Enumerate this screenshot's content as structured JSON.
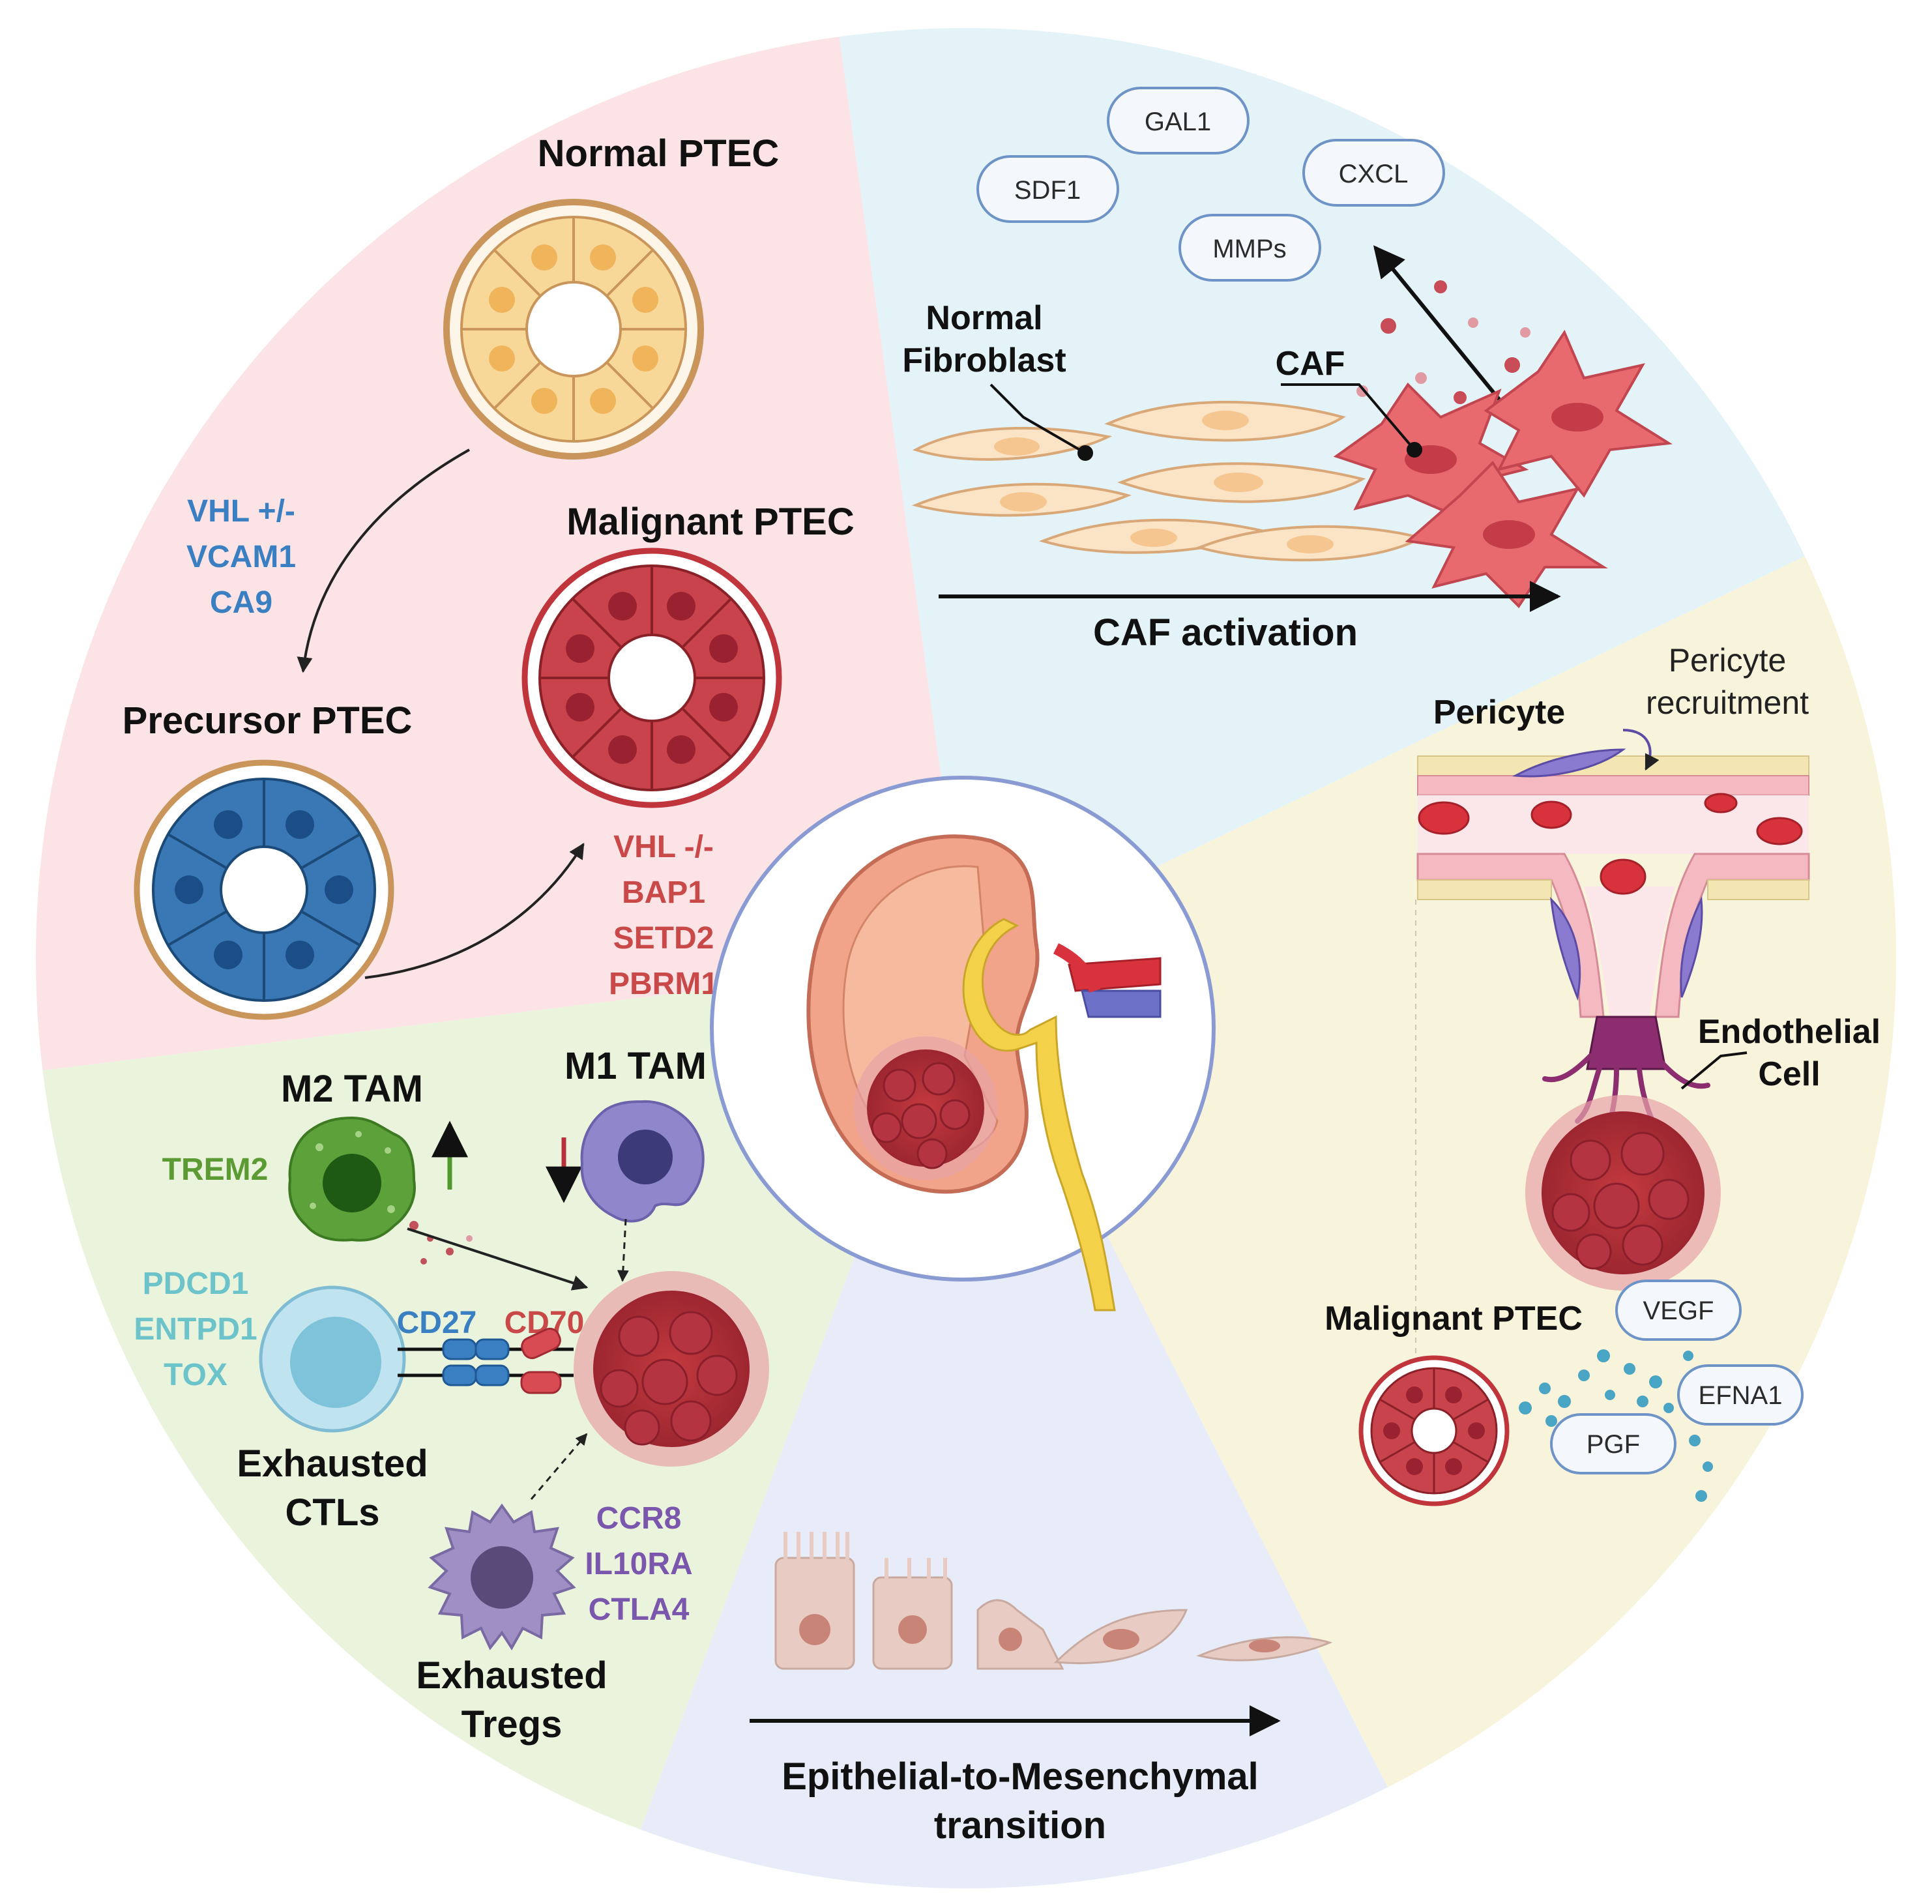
{
  "colors": {
    "tumor_sector": "#fbe3e6",
    "caf_sector": "#e3f3f8",
    "angio_sector": "#f8f4dc",
    "emt_sector": "#e7ecf8",
    "immune_sector": "#eaf4dc",
    "blue_gene": "#3a7fc2",
    "red_gene": "#c94848",
    "green_gene": "#5c9b34",
    "teal_gene": "#6cc3c9",
    "purple_gene": "#7a56ad"
  },
  "tumor_cells": {
    "normal_ptec": "Normal PTEC",
    "precursor_ptec": "Precursor PTEC",
    "malignant_ptec": "Malignant PTEC",
    "precursor_genes": [
      "VHL +/-",
      "VCAM1",
      "CA9"
    ],
    "malignant_genes": [
      "VHL -/-",
      "BAP1",
      "SETD2",
      "PBRM1"
    ]
  },
  "caf": {
    "normal_fibroblast": [
      "Normal",
      "Fibroblast"
    ],
    "caf_label": "CAF",
    "activation": "CAF activation",
    "factors": [
      "GAL1",
      "SDF1",
      "CXCL",
      "MMPs"
    ]
  },
  "angiogenesis": {
    "pericyte": "Pericyte",
    "recruitment": [
      "Pericyte",
      "recruitment"
    ],
    "endothelial": [
      "Endothelial",
      "Cell"
    ],
    "malignant_ptec": "Malignant PTEC",
    "factors": [
      "VEGF",
      "EFNA1",
      "PGF"
    ]
  },
  "emt": {
    "label": [
      "Epithelial-to-Mesenchymal",
      "transition"
    ]
  },
  "immune": {
    "m2_tam": "M2 TAM",
    "m1_tam": "M1 TAM",
    "trem2": "TREM2",
    "ctl_genes": [
      "PDCD1",
      "ENTPD1",
      "TOX"
    ],
    "cd27": "CD27",
    "cd70": "CD70",
    "exhausted_ctls": [
      "Exhausted",
      "CTLs"
    ],
    "treg_genes": [
      "CCR8",
      "IL10RA",
      "CTLA4"
    ],
    "exhausted_tregs": [
      "Exhausted",
      "Tregs"
    ]
  }
}
